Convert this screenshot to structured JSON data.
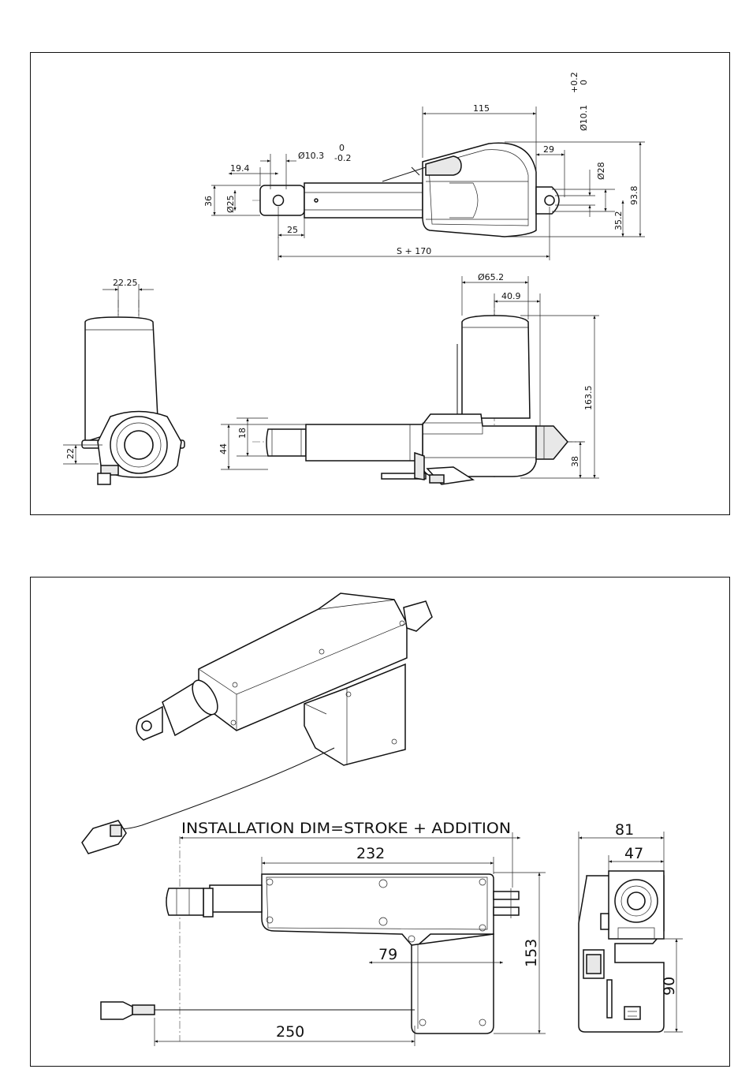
{
  "panel_top": {
    "dims": {
      "d_115": "115",
      "d_rod_dia": "Ø10.3",
      "d_rod_tol_upper": "0",
      "d_rod_tol_lower": "-0.2",
      "d_19_4": "19.4",
      "d_36": "36",
      "d_dia25": "Ø25",
      "d_25": "25",
      "d_s170": "S + 170",
      "d_29": "29",
      "d_dia28": "Ø28",
      "d_hole_dia": "Ø10.1",
      "d_hole_tol_upper": "+0.2",
      "d_hole_tol_lower": "0",
      "d_93_8": "93.8",
      "d_35_2": "35.2",
      "d_22_25": "22.25",
      "d_22": "22",
      "d_dia65_2": "Ø65.2",
      "d_40_9": "40.9",
      "d_163_5": "163.5",
      "d_18": "18",
      "d_44": "44",
      "d_38": "38"
    }
  },
  "panel_bottom": {
    "dims": {
      "install_label": "INSTALLATION DIM=STROKE + ADDITION",
      "d_232": "232",
      "d_79": "79",
      "d_153": "153",
      "d_250": "250",
      "d_81": "81",
      "d_47": "47",
      "d_90": "90"
    }
  }
}
